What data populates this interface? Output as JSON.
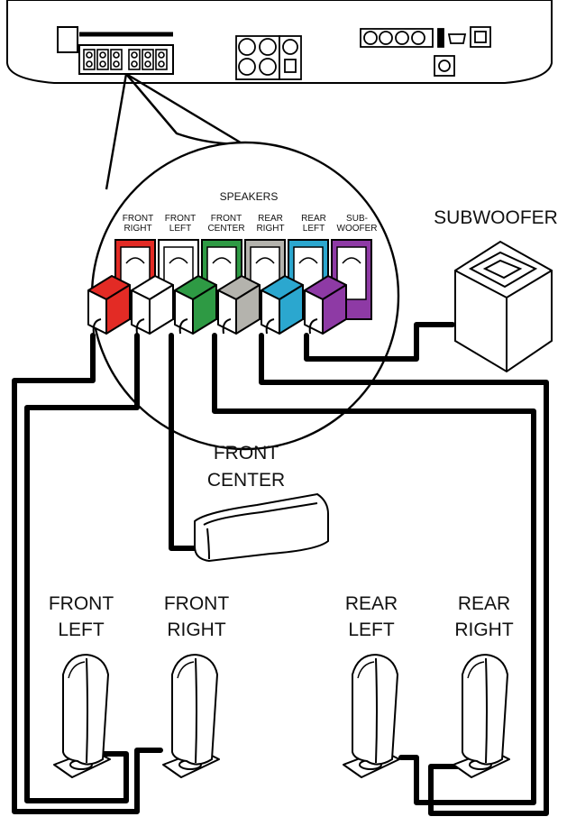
{
  "panel": {
    "speakers_heading": "SPEAKERS",
    "terminals": [
      {
        "label": "FRONT\nRIGHT",
        "color": "#e32b25"
      },
      {
        "label": "FRONT\nLEFT",
        "color": "#ffffff"
      },
      {
        "label": "FRONT\nCENTER",
        "color": "#2e9a44"
      },
      {
        "label": "REAR\nRIGHT",
        "color": "#b4b3ad"
      },
      {
        "label": "REAR\nLEFT",
        "color": "#2ba7cf"
      },
      {
        "label": "SUB-\nWOOFER",
        "color": "#8e3aa5"
      }
    ]
  },
  "speakers": {
    "subwoofer": "SUBWOOFER",
    "front_center": "FRONT\nCENTER",
    "front_left": "FRONT\nLEFT",
    "front_right": "FRONT\nRIGHT",
    "rear_left": "REAR\nLEFT",
    "rear_right": "REAR\nRIGHT"
  },
  "icons": [
    "main-unit",
    "speaker-terminal-plug",
    "tower-speaker",
    "center-speaker",
    "subwoofer-box"
  ]
}
